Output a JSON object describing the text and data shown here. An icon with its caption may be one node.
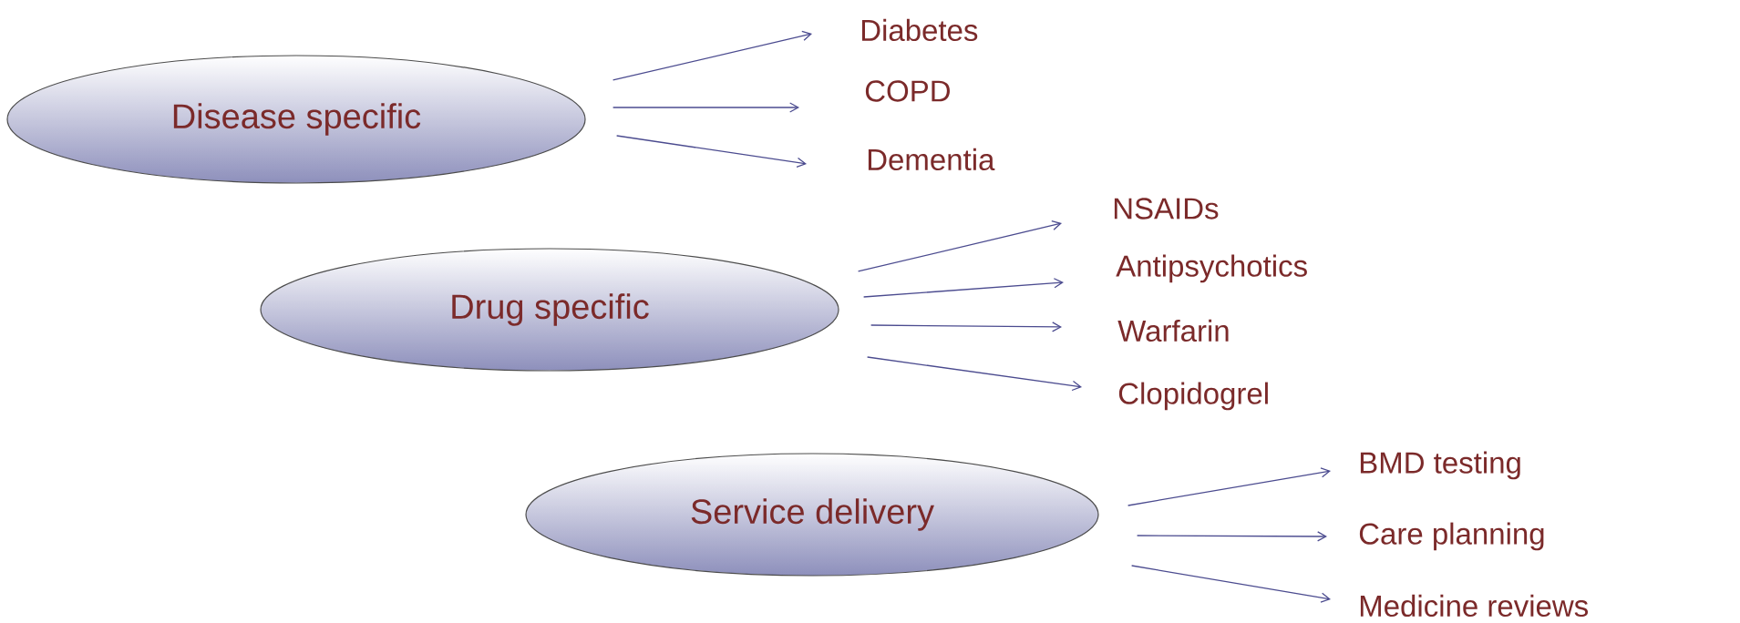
{
  "diagram": {
    "nodes": [
      {
        "text": [
          "Disease specific"
        ]
      },
      {
        "text": [
          "Diabetes"
        ]
      },
      {
        "text": [
          "COPD"
        ]
      },
      {
        "text": [
          "Dementia"
        ]
      },
      {
        "text": [
          "Drug specific"
        ]
      },
      {
        "text": [
          "NSAIDs"
        ]
      },
      {
        "text": [
          "Antipsychotics"
        ]
      },
      {
        "text": [
          "Warfarin"
        ]
      },
      {
        "text": [
          "Clopidogrel"
        ]
      },
      {
        "text": [
          "Service delivery"
        ]
      },
      {
        "text": [
          "BMD testing"
        ]
      },
      {
        "text": [
          "Care planning"
        ]
      },
      {
        "text": [
          "Medicine reviews"
        ]
      }
    ],
    "edges": [
      {
        "from": 0,
        "to": 1,
        "arrow": "to"
      },
      {
        "from": 0,
        "to": 2,
        "arrow": "to"
      },
      {
        "from": 0,
        "to": 3,
        "arrow": "to"
      },
      {
        "from": 4,
        "to": 5,
        "arrow": "to"
      },
      {
        "from": 4,
        "to": 6,
        "arrow": "to"
      },
      {
        "from": 4,
        "to": 7,
        "arrow": "to"
      },
      {
        "from": 4,
        "to": 8,
        "arrow": "to"
      },
      {
        "from": 9,
        "to": 10,
        "arrow": "to"
      },
      {
        "from": 9,
        "to": 11,
        "arrow": "to"
      },
      {
        "from": 9,
        "to": 12,
        "arrow": "to"
      }
    ]
  }
}
